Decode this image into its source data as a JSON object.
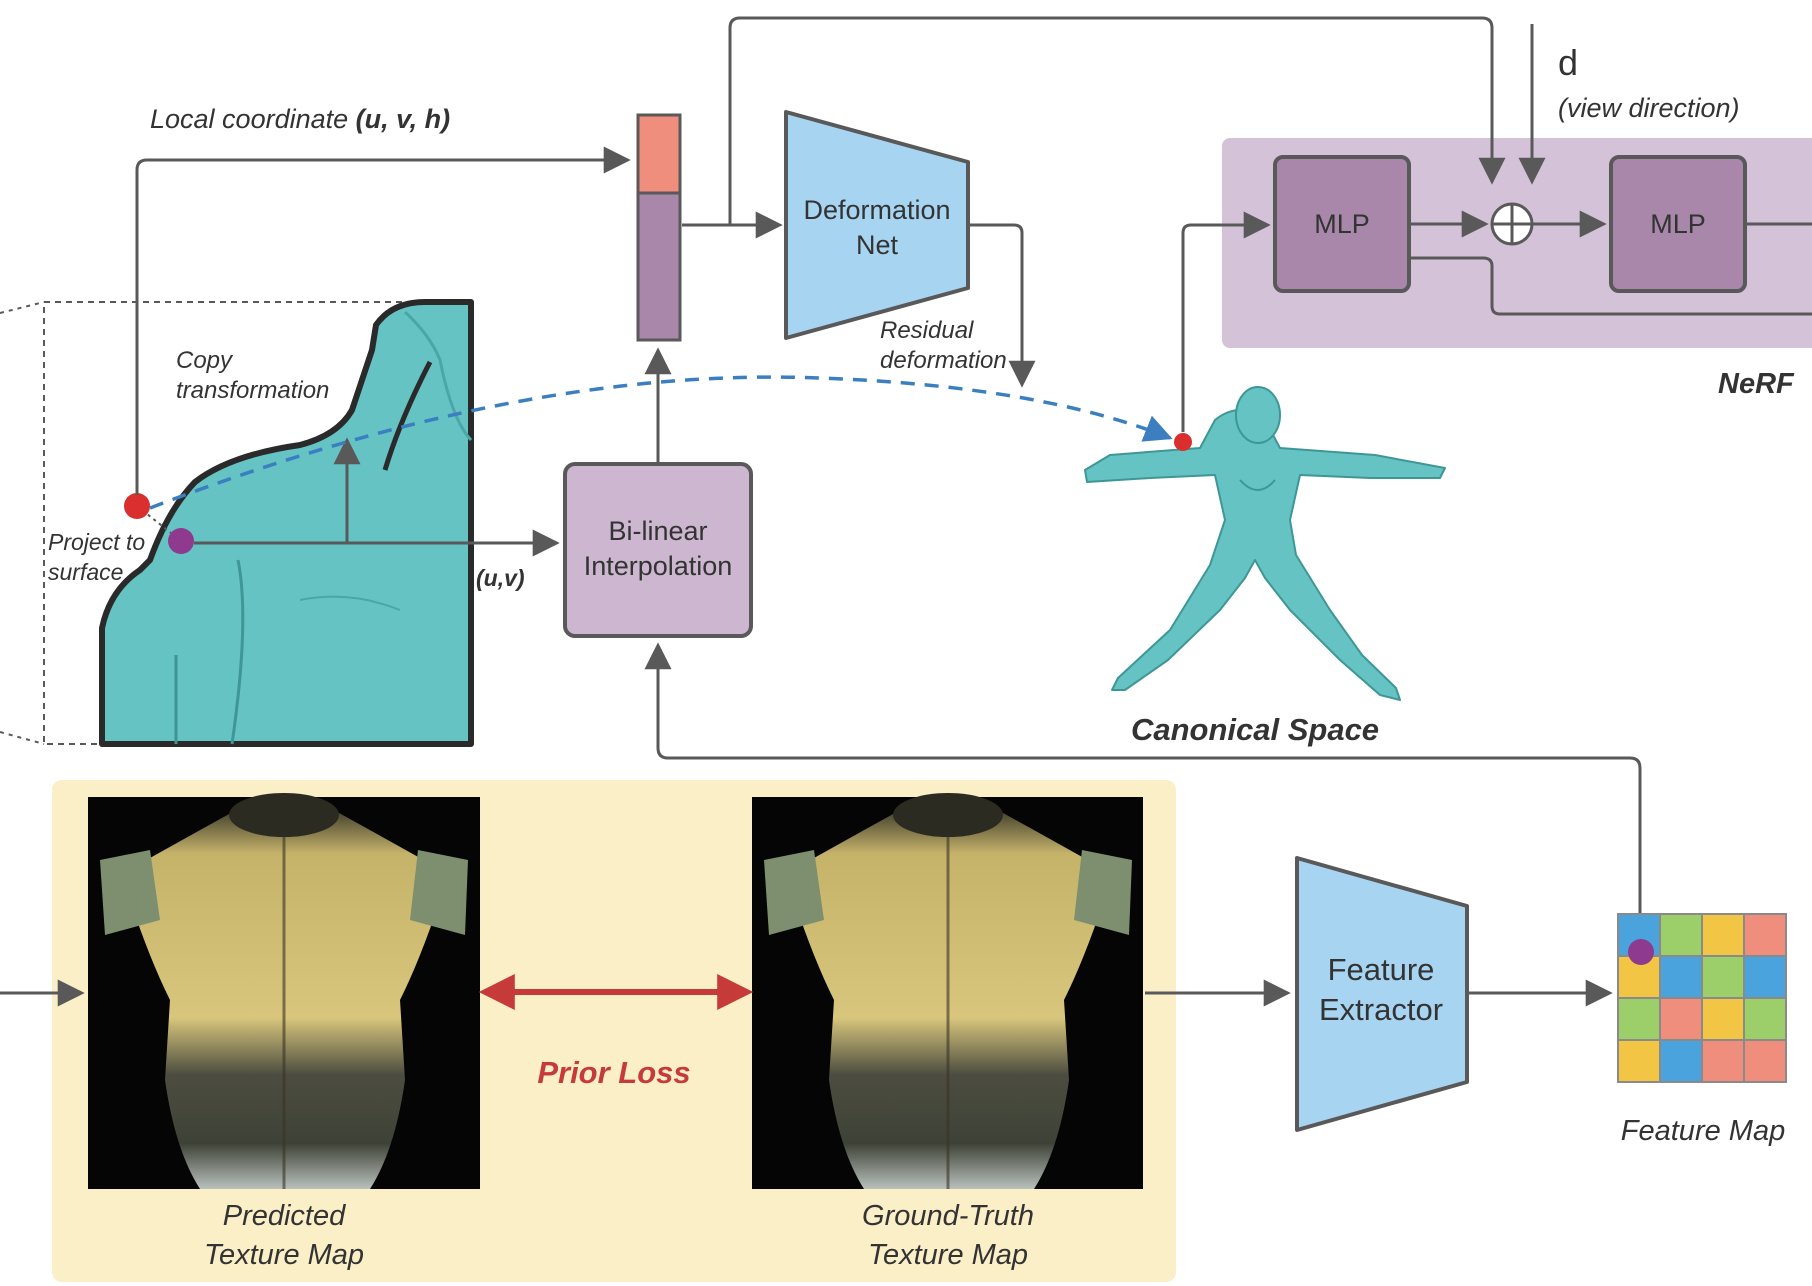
{
  "colors": {
    "lilac_box": "#ccb6d0",
    "nerf_panel": "#d4c2d8",
    "mlp_box": "#a887aa",
    "blue_trap": "#a7d5f1",
    "prior_panel": "#fbefc8",
    "prior_red": "#c73a3a",
    "dashed_blue": "#3b7fc0",
    "body_teal": "#65c3c3",
    "salmon": "#ef8e7c",
    "stroke": "#595959"
  },
  "labels": {
    "local_coordinate_prefix": "Local coordinate ",
    "local_coordinate_bold": "(u, v, h)",
    "d": "d",
    "view_direction": "(view direction)",
    "deformation_net_line1": "Deformation",
    "deformation_net_line2": "Net",
    "residual_line1": "Residual",
    "residual_line2": "deformation",
    "mlp1": "MLP",
    "mlp2": "MLP",
    "nerf": "NeRF",
    "copy_line1": "Copy",
    "copy_line2": "transformation",
    "project_line1": "Project to",
    "project_line2": "surface",
    "uv": "(u,v)",
    "bilinear_line1": "Bi-linear",
    "bilinear_line2": "Interpolation",
    "canonical_space": "Canonical Space",
    "prior_loss": "Prior Loss",
    "predicted_line1": "Predicted",
    "predicted_line2": "Texture Map",
    "ground_truth_line1": "Ground-Truth",
    "ground_truth_line2": "Texture Map",
    "feature_extractor_line1": "Feature",
    "feature_extractor_line2": "Extractor",
    "feature_map": "Feature Map"
  },
  "feature_grid": [
    [
      "blue",
      "green",
      "yellow",
      "red"
    ],
    [
      "yellow",
      "blue",
      "green",
      "blue"
    ],
    [
      "green",
      "red",
      "yellow",
      "green"
    ],
    [
      "yellow",
      "blue",
      "red",
      "red"
    ]
  ],
  "grid_colors": {
    "blue": "#4aa3dc",
    "green": "#9ccf6a",
    "yellow": "#f2c545",
    "red": "#ef8e7c"
  }
}
